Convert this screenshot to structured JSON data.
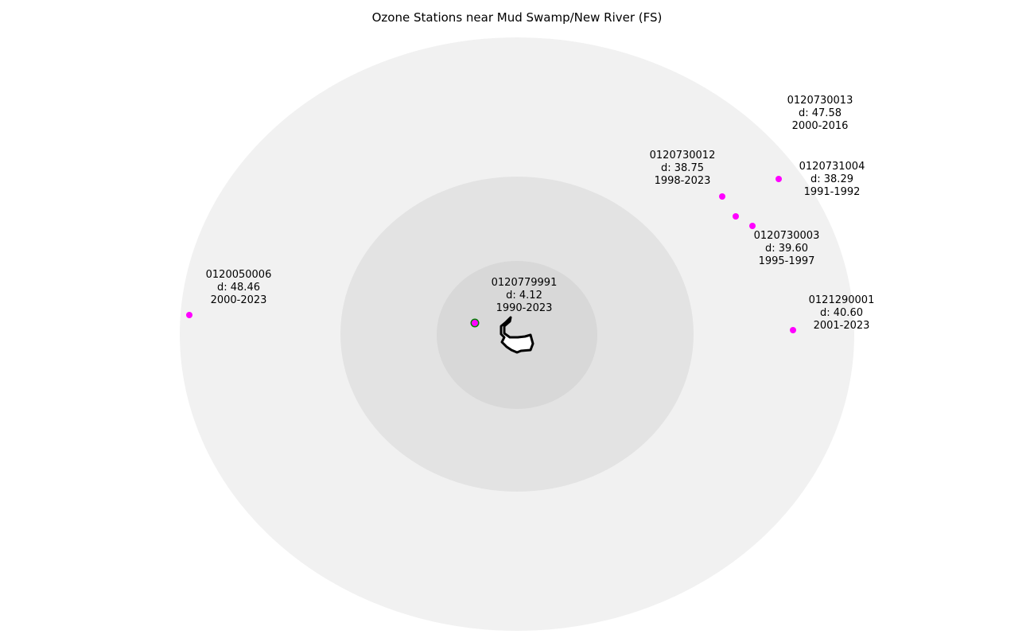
{
  "chart_data": {
    "type": "map",
    "title": "Ozone Stations near Mud Swamp/New River (FS)",
    "buffer_colors": [
      "#f1f1f1",
      "#e3e3e3",
      "#d8d8d8"
    ],
    "station_color": "#ff00ff",
    "nearest_station_ring_color": "#008000",
    "boundary_color": "#000000",
    "stations": [
      {
        "id": "0120779991",
        "distance": "d: 4.12",
        "years": "1990-2023",
        "nearest": true
      },
      {
        "id": "0120050006",
        "distance": "d: 48.46",
        "years": "2000-2023"
      },
      {
        "id": "0120730012",
        "distance": "d: 38.75",
        "years": "1998-2023"
      },
      {
        "id": "0120730013",
        "distance": "d: 47.58",
        "years": "2000-2016"
      },
      {
        "id": "0120731004",
        "distance": "d: 38.29",
        "years": "1991-1992"
      },
      {
        "id": "0120730003",
        "distance": "d: 39.60",
        "years": "1995-1997"
      },
      {
        "id": "0121290001",
        "distance": "d: 40.60",
        "years": "2001-2023"
      }
    ]
  }
}
